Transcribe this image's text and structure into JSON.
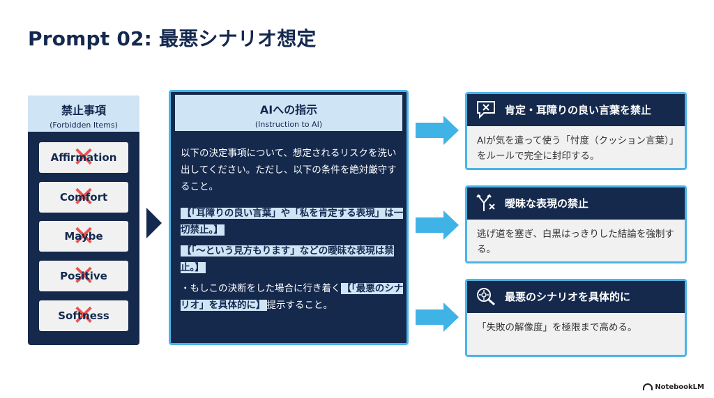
{
  "title": "Prompt 02: 最悪シナリオ想定",
  "forbidden": {
    "heading": "禁止事項",
    "subheading": "(Forbidden Items)",
    "items": [
      "Affirmation",
      "Comfort",
      "Maybe",
      "Positive",
      "Softness"
    ]
  },
  "instruction": {
    "heading": "AIへの指示",
    "subheading": "(Instruction to AI)",
    "intro": "以下の決定事項について、想定されるリスクを洗い出してください。ただし、以下の条件を絶対厳守すること。",
    "rule1": "【「耳障りの良い言葉」や「私を肯定する表現」は一切禁止。】",
    "rule2": "【「〜という見方もります」などの曖昧な表現は禁止。】",
    "rule3_prefix": "・もしこの決断をした場合に行き着く",
    "rule3_highlight": "【「最悪のシナリオ」を具体的に】",
    "rule3_suffix": "提示すること。"
  },
  "cards": [
    {
      "icon": "chat-x-icon",
      "title": "肯定・耳障りの良い言葉を禁止",
      "body": "AIが気を遣って使う「忖度（クッション言葉）」をルールで完全に封印する。"
    },
    {
      "icon": "split-path-x-icon",
      "title": "曖昧な表現の禁止",
      "body": "逃げ道を塞ぎ、白黒はっきりした結論を強制する。"
    },
    {
      "icon": "magnifier-virus-icon",
      "title": "最悪のシナリオを具体的に",
      "body": "「失敗の解像度」を極限まで高める。"
    }
  ],
  "brand": "NotebookLM",
  "colors": {
    "navy": "#15294d",
    "light_blue": "#cfe5f5",
    "accent": "#3fb3e6",
    "red_x": "#e53935"
  }
}
